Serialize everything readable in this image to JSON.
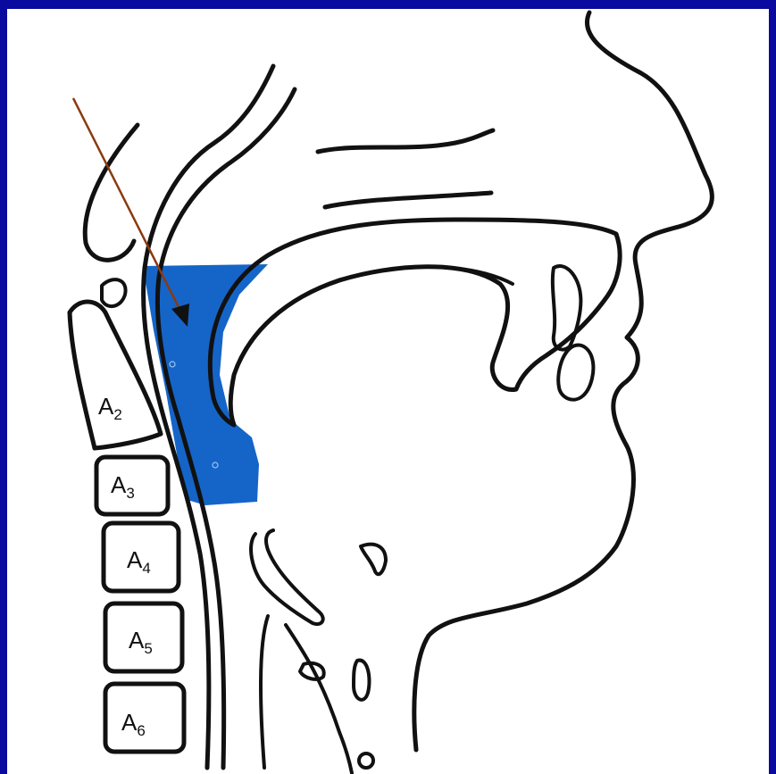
{
  "figure": {
    "background_color": "#0a0a9e",
    "paper_color": "#ffffff",
    "highlight_color": "#1565c8",
    "tissue_color": "#dcedf7",
    "arrow_color": "#8a3a10"
  },
  "vertebrae": [
    {
      "letter": "A",
      "number": "2"
    },
    {
      "letter": "A",
      "number": "3"
    },
    {
      "letter": "A",
      "number": "4"
    },
    {
      "letter": "A",
      "number": "5"
    },
    {
      "letter": "A",
      "number": "6"
    }
  ]
}
